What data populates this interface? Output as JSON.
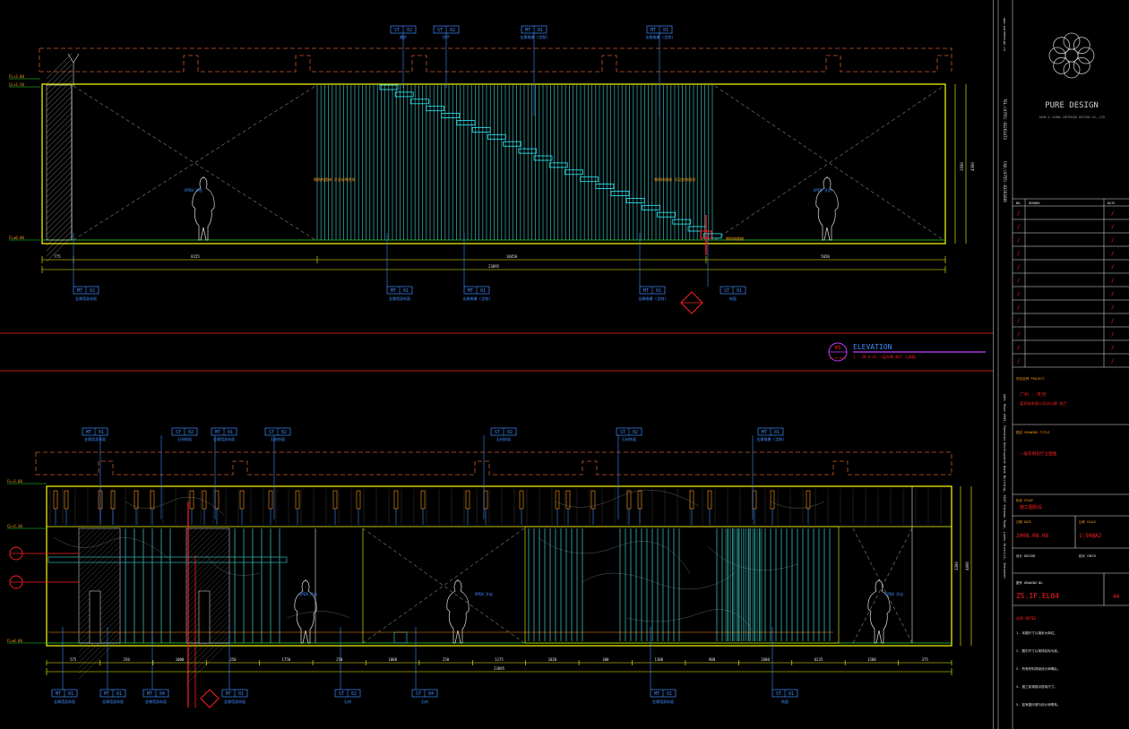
{
  "colors": {
    "bg": "#000000",
    "outline": "#ffff00",
    "tag": "#3f8cff",
    "slat": "#36b8b8",
    "stair": "#2ff0ff",
    "dashed": "#c85a28",
    "red": "#ff2020",
    "magenta": "#c040ff",
    "white": "#e6e6e6",
    "orange": "#ff9a1a",
    "green": "#28e028"
  },
  "elev1": {
    "levels": [
      "FL+3.80",
      "CL+3.50",
      "FL±0.00"
    ],
    "tags_top": [
      {
        "code": "ST",
        "num": "02",
        "note": "踏步"
      },
      {
        "code": "ST",
        "num": "02",
        "note": "扶手"
      },
      {
        "code": "MT",
        "num": "01",
        "note": "金属格栅 (定制)"
      },
      {
        "code": "MT",
        "num": "01",
        "note": "金属格栅 (定制)"
      }
    ],
    "tags_bottom": [
      {
        "code": "MT",
        "num": "02",
        "note": "金属墙身饰面"
      },
      {
        "code": "MT",
        "num": "01",
        "note": "金属墙身饰面"
      },
      {
        "code": "MT",
        "num": "01",
        "note": "金属格栅 (定制)"
      },
      {
        "code": "MT",
        "num": "01",
        "note": "金属格栅 (定制)"
      },
      {
        "code": "ST",
        "num": "01",
        "note": "地面"
      }
    ],
    "note_left": "钢结构楼梯 详见结构图纸",
    "note_right": "钢结构楼梯 详见结构图纸",
    "stair_label": "钢结构楼梯",
    "open_label": "OPEN 开启",
    "dims_bottom": [
      "775",
      "8155",
      "10450",
      "5650"
    ],
    "dim_total": "23895",
    "dims_right": [
      "3500",
      "4300"
    ]
  },
  "section": {
    "num": "05",
    "sheet": "ZS.IF.EL04",
    "title": "ELEVATION",
    "subtitle": "1 : 50 A-A1 一层东侧 前厅 立面图"
  },
  "elev2": {
    "levels": [
      "FL+3.80",
      "CL+3.30",
      "FL±0.00"
    ],
    "tags_top": [
      {
        "code": "MT",
        "num": "01",
        "note": "金属墙身饰面"
      },
      {
        "code": "ST",
        "num": "02",
        "note": "石材饰面"
      },
      {
        "code": "MT",
        "num": "01",
        "note": "金属墙身饰面"
      },
      {
        "code": "ST",
        "num": "02",
        "note": "石材饰面"
      },
      {
        "code": "ST",
        "num": "02",
        "note": "石材饰面"
      },
      {
        "code": "ST",
        "num": "02",
        "note": "石材饰面"
      },
      {
        "code": "MT",
        "num": "01",
        "note": "金属格栅 (定制)"
      }
    ],
    "tags_bottom": [
      {
        "code": "MT",
        "num": "01",
        "note": "金属墙身饰面"
      },
      {
        "code": "MT",
        "num": "01",
        "note": "金属墙身饰面"
      },
      {
        "code": "MT",
        "num": "04",
        "note": "金属墙身饰面"
      },
      {
        "code": "MT",
        "num": "01",
        "note": "金属墙身饰面"
      },
      {
        "code": "ST",
        "num": "02",
        "note": "石材"
      },
      {
        "code": "ST",
        "num": "04",
        "note": "石材"
      },
      {
        "code": "MT",
        "num": "01",
        "note": "金属墙身饰面"
      },
      {
        "code": "ST",
        "num": "01",
        "note": "地面"
      }
    ],
    "dims_bottom": [
      "575",
      "250",
      "1000",
      "250",
      "1750",
      "250",
      "1000",
      "250",
      "1175",
      "1020",
      "300",
      "1300",
      "900",
      "2600",
      "6235",
      "1580",
      "375"
    ],
    "dim_total": "23895",
    "dims_right": [
      "3300",
      "4000"
    ],
    "open_label": "OPEN 开启"
  },
  "titleblock": {
    "company": "PURE DESIGN",
    "company_sub": "JOHN & LEUNG  INTERIOR DESIGN CO.,LTD",
    "tel": "TEL:(0755)-83263473",
    "fax": "FAX:(0755)-83263846",
    "address": "Add: Room 4505, Shenzhen Development Bank Building, 5047 Shennan Road, Luohu District, Shenzhen",
    "website": "www.puredesign.cn",
    "rev_header": [
      "NO.",
      "REMARK",
      "DATE"
    ],
    "rev_rows": 12,
    "project_label": "项目名称 PROJECT",
    "project_name": "广州 · 天河",
    "project_sub": "某科技有限公司办公楼 前厅",
    "drawing_label": "图名 DRAWING TITLE",
    "drawing_name": "一层东侧前厅立面图",
    "stage_label": "阶段 STAGE",
    "stage": "施工图阶段",
    "date_label": "日期 DATE",
    "date": "2008.08.08",
    "scale_label": "比例 SCALE",
    "scale": "1:50@A2",
    "designer_label": "设计 DESIGN",
    "checker_label": "校对 CHECK",
    "sheet_label": "图号 DRAWING NO.",
    "sheet_no": "ZS.IF.EL04",
    "page": "44",
    "notes_label": "说明 NOTES",
    "notes": [
      "1. 本图尺寸以毫米为单位。",
      "2. 图中尺寸以现场实际为准。",
      "3. 所有材料须经设计师确认。",
      "4. 施工前请核对现场尺寸。",
      "5. 如有疑问请与设计师联系。"
    ]
  }
}
